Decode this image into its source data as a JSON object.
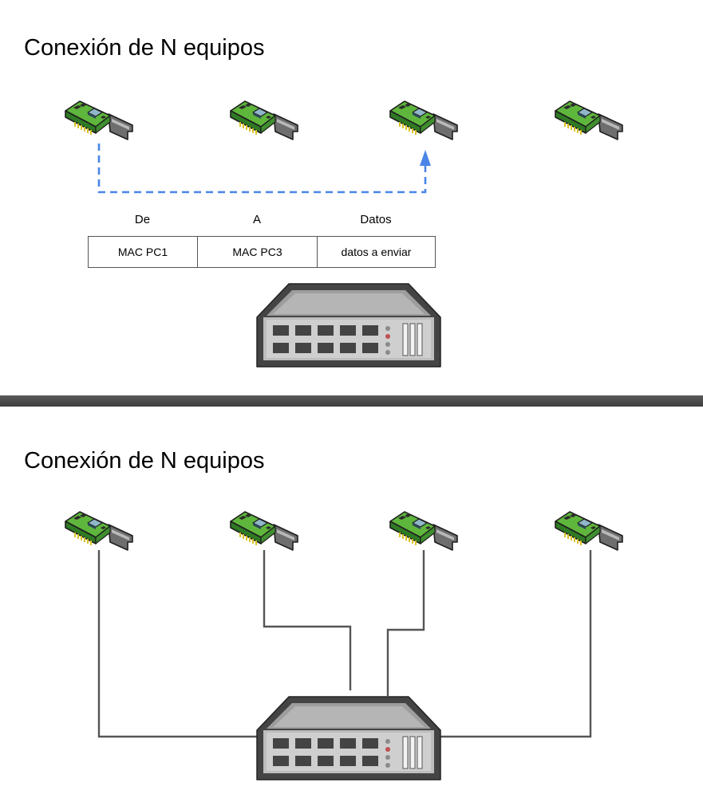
{
  "slides": [
    {
      "title": "Conexión de N equipos",
      "frame": {
        "headers": [
          "De",
          "A",
          "Datos"
        ],
        "cells": [
          "MAC PC1",
          "MAC PC3",
          "datos a enviar"
        ]
      }
    },
    {
      "title": "Conexión de N equipos"
    }
  ],
  "icons": {
    "nic": "network-card-icon",
    "switch": "network-switch-icon"
  },
  "colors": {
    "nic_board": "#5fb63c",
    "nic_board_dark": "#2f7a24",
    "nic_bracket": "#7a7a7a",
    "switch_body": "#8c8c8c",
    "switch_dark": "#3c3c3c",
    "arrow": "#4a86e8",
    "cable": "#555555",
    "divider": "#4a4a4a"
  }
}
